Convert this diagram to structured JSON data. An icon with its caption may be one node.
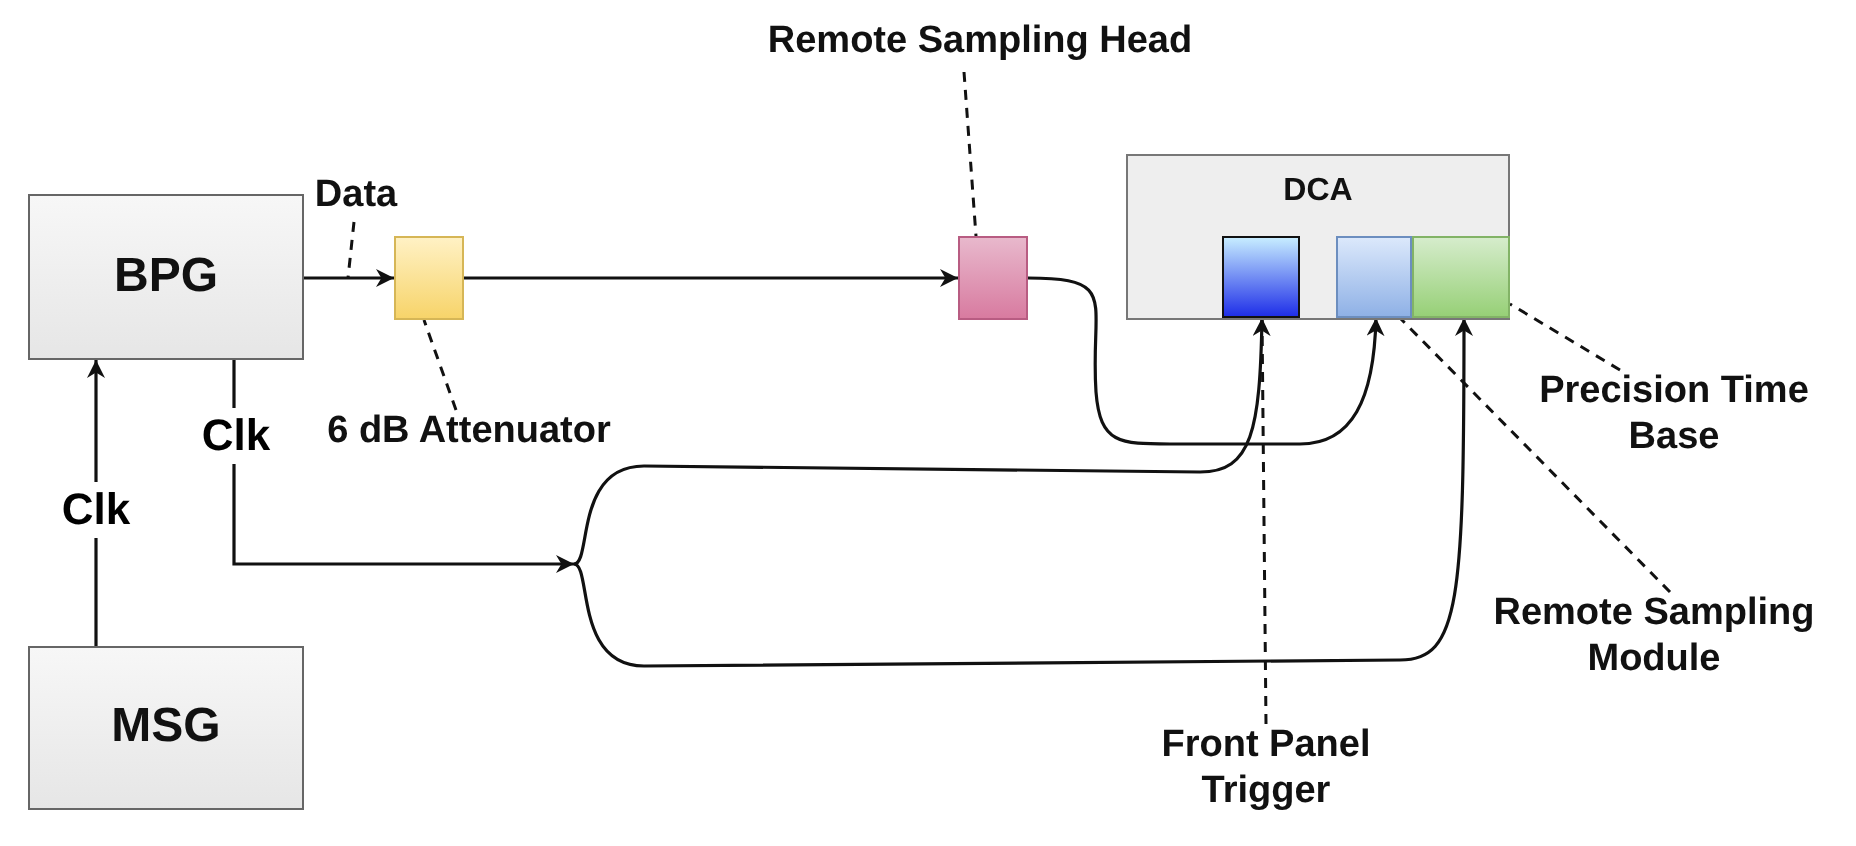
{
  "diagram": {
    "nodes": [
      {
        "text": [
          "BPG"
        ]
      },
      {
        "text": [
          "MSG"
        ]
      },
      {
        "text": [],
        "shape": "box"
      },
      {
        "text": [],
        "shape": "box"
      },
      {
        "text": [
          "DCA"
        ]
      },
      {
        "text": [],
        "shape": "box",
        "in": 4
      },
      {
        "text": [],
        "shape": "box",
        "in": 4
      },
      {
        "text": [],
        "shape": "box",
        "in": 4
      },
      {
        "text": [
          "Data"
        ]
      },
      {
        "text": [
          "6 dB Attenuator"
        ]
      },
      {
        "text": [
          "Remote Sampling Head"
        ]
      },
      {
        "text": [
          "Precision Time Base"
        ]
      },
      {
        "text": [
          "Remote Sampling Module"
        ]
      },
      {
        "text": [
          "Front Panel Trigger"
        ]
      }
    ],
    "edges": [
      {
        "from": 1,
        "to": 0,
        "arrow": "to",
        "label": "Clk"
      },
      {
        "from": 0,
        "to": 2,
        "arrow": "to"
      },
      {
        "from": 2,
        "to": 3,
        "arrow": "to"
      },
      {
        "from": 3,
        "to": 6,
        "arrow": "to"
      },
      {
        "from": 0,
        "to": 5,
        "arrow": "to",
        "label": "Clk"
      },
      {
        "from": 0,
        "to": 7,
        "arrow": "to"
      },
      {
        "from": 8,
        "to": null,
        "arrow": "none",
        "style": "dashed"
      },
      {
        "from": 9,
        "to": 2,
        "arrow": "none",
        "style": "dashed"
      },
      {
        "from": 10,
        "to": 3,
        "arrow": "none",
        "style": "dashed"
      },
      {
        "from": 11,
        "to": 7,
        "arrow": "none",
        "style": "dashed"
      },
      {
        "from": 12,
        "to": 6,
        "arrow": "none",
        "style": "dashed"
      },
      {
        "from": 13,
        "to": 5,
        "arrow": "none",
        "style": "dashed"
      }
    ]
  }
}
